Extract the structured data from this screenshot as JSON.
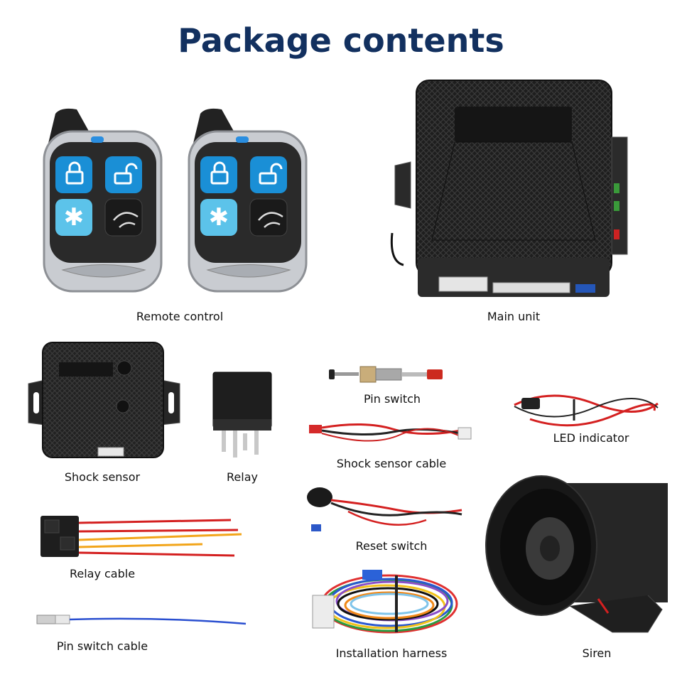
{
  "title": "Package contents",
  "items": {
    "remote_control": "Remote control",
    "main_unit": "Main unit",
    "shock_sensor": "Shock sensor",
    "relay": "Relay",
    "pin_switch": "Pin switch",
    "shock_sensor_cable": "Shock sensor cable",
    "led_indicator": "LED indicator",
    "reset_switch": "Reset switch",
    "relay_cable": "Relay cable",
    "pin_switch_cable": "Pin switch cable",
    "installation_harness": "Installation harness",
    "siren": "Siren"
  },
  "colors": {
    "title": "#12305f",
    "button_blue": "#1a8fd6",
    "button_light_blue": "#5cc3ea",
    "body_black": "#1e1e1e",
    "wire_red": "#d42020"
  }
}
